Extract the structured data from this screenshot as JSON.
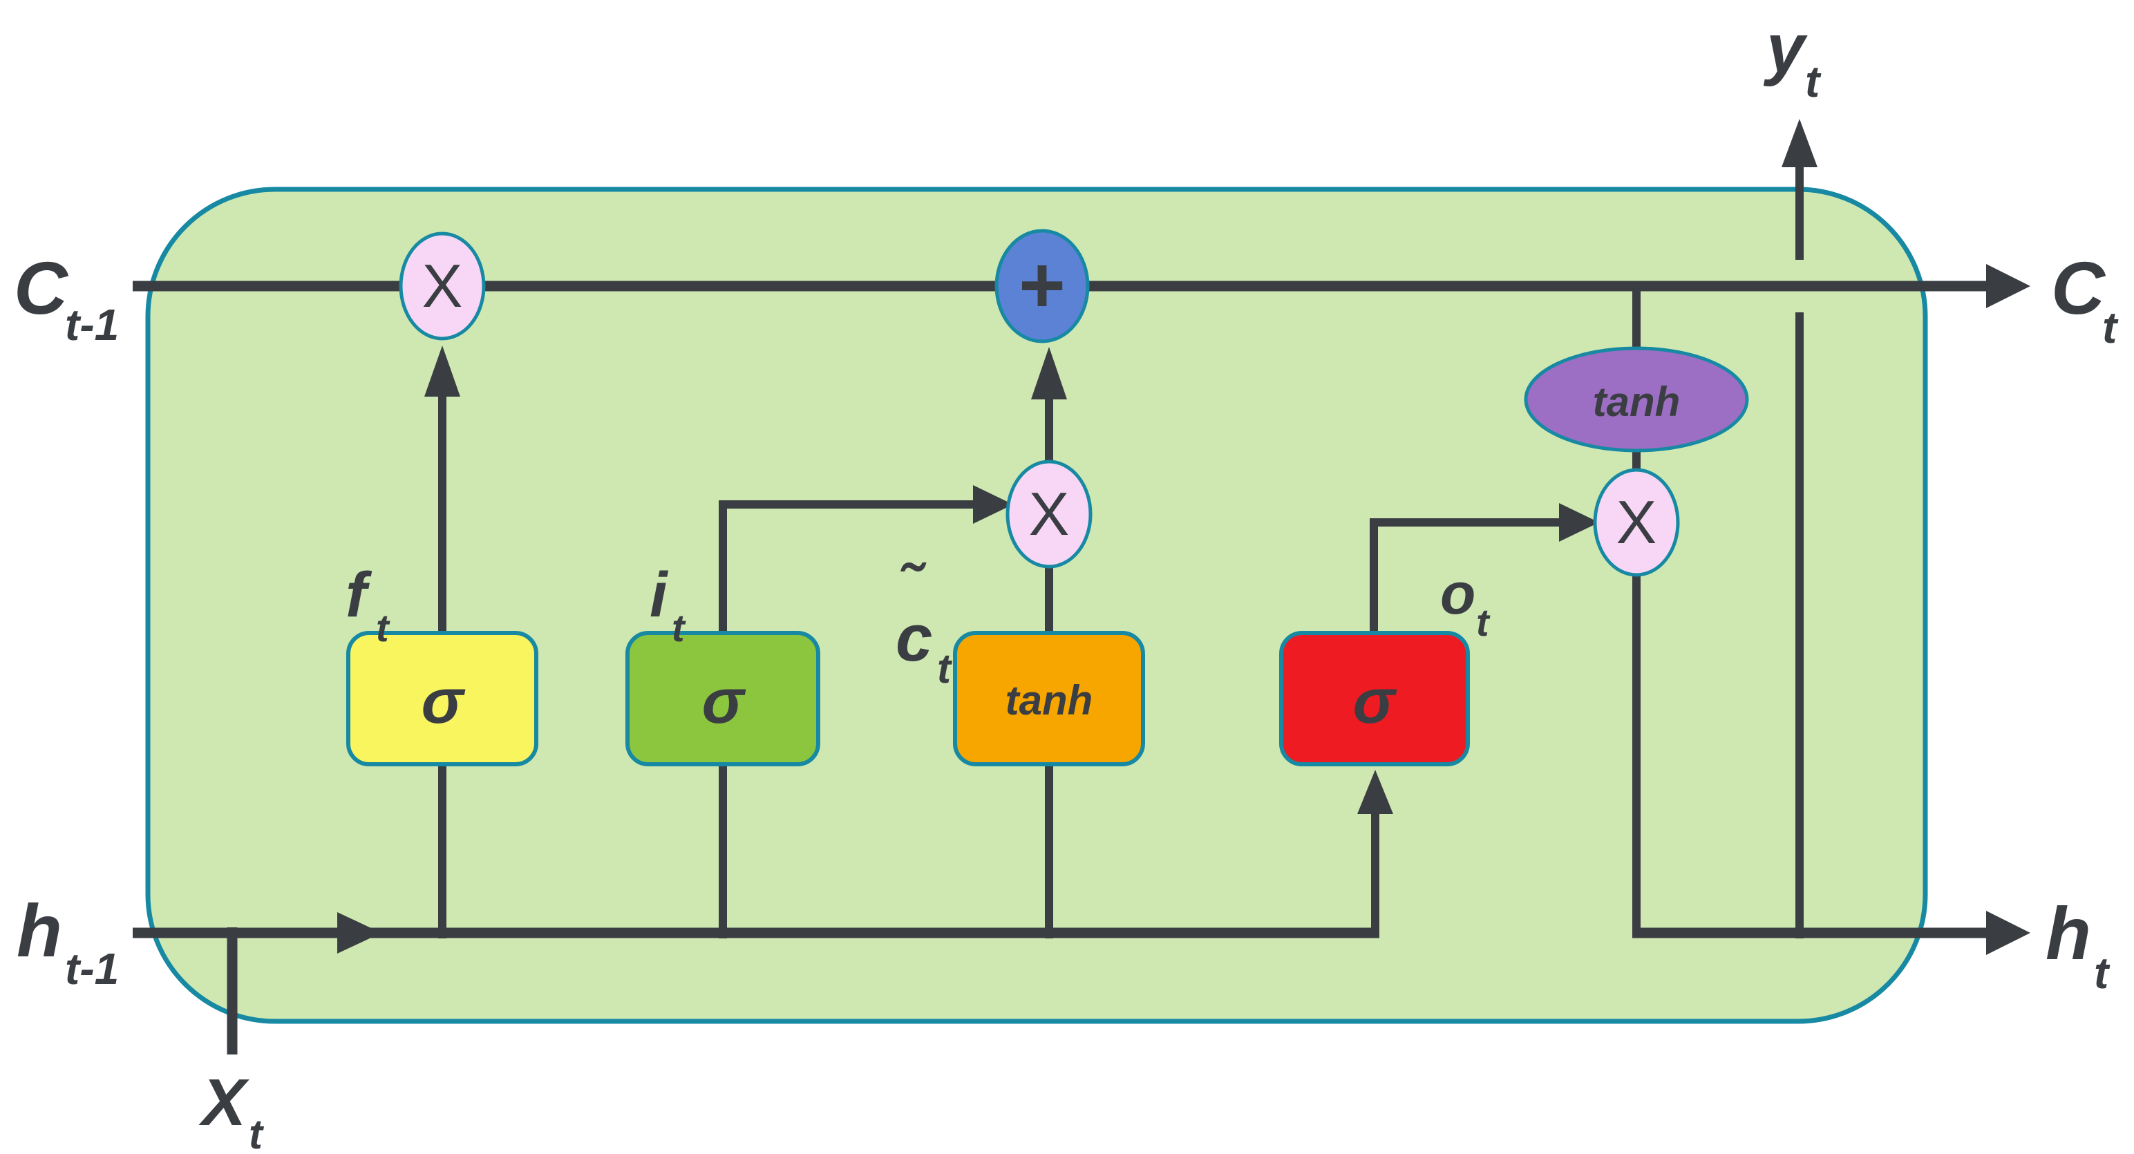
{
  "colors": {
    "line": "#3a3e42",
    "cell_fill": "#cfe8b2",
    "cell_border": "#1789a3",
    "multiply_fill": "#f8d7f6",
    "add_fill": "#5b82d4",
    "tanh_node_fill": "#9c6ec4",
    "forget_gate_fill": "#f8f55e",
    "input_gate_fill": "#8cc63e",
    "candidate_gate_fill": "#f7a600",
    "output_gate_fill": "#ee1b22"
  },
  "labels": {
    "cell_state_in": {
      "base": "C",
      "sub": "t-1"
    },
    "cell_state_out": {
      "base": "C",
      "sub": "t"
    },
    "hidden_state_in": {
      "base": "h",
      "sub": "t-1"
    },
    "hidden_state_out": {
      "base": "h",
      "sub": "t"
    },
    "input": {
      "base": "X",
      "sub": "t"
    },
    "output": {
      "base": "y",
      "sub": "t"
    },
    "forget_signal": {
      "base": "f",
      "sub": "t"
    },
    "input_signal": {
      "base": "i",
      "sub": "t"
    },
    "candidate_signal": {
      "tilde": "˜",
      "base": "c",
      "sub": "t"
    },
    "output_signal": {
      "base": "o",
      "sub": "t"
    }
  },
  "nodes": {
    "forget_gate": "σ",
    "input_gate": "σ",
    "output_gate": "σ",
    "candidate_gate": "tanh",
    "tanh_activation": "tanh",
    "multiply": "X",
    "add": "+"
  }
}
